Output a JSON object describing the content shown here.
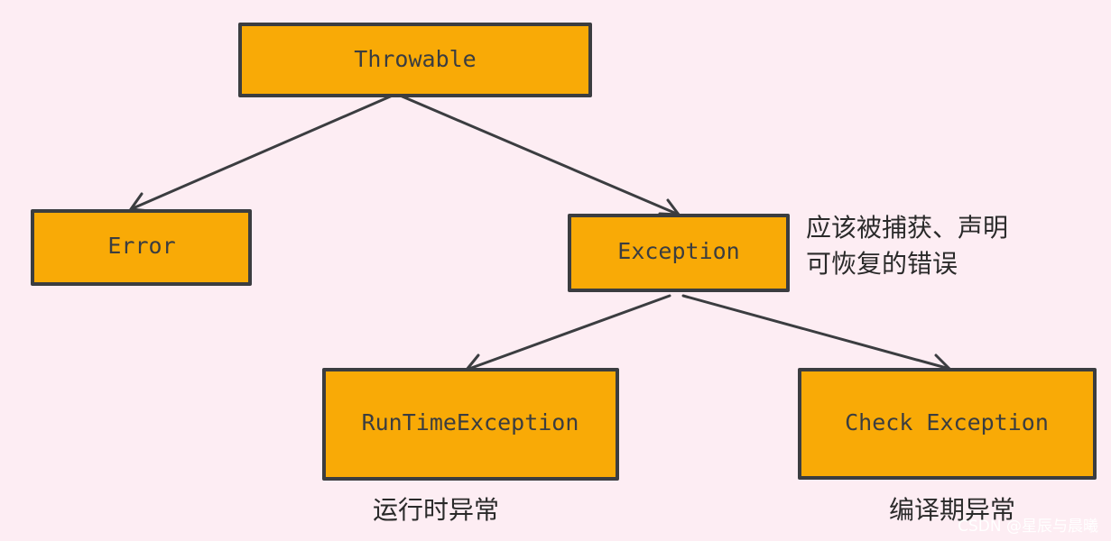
{
  "diagram": {
    "nodes": {
      "throwable": "Throwable",
      "error": "Error",
      "exception": "Exception",
      "runtime": "RunTimeException",
      "check": "Check Exception"
    },
    "notes": {
      "exception_line1": "应该被捕获、声明",
      "exception_line2": "可恢复的错误",
      "runtime": "运行时异常",
      "check": "编译期异常"
    },
    "colors": {
      "node_fill": "#f9aa06",
      "stroke": "#3b3d40",
      "background": "#fdedf3"
    }
  },
  "watermark": "CSDN @星辰与晨曦"
}
